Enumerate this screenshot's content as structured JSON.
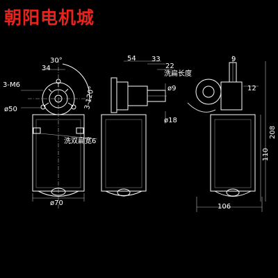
{
  "title": "朝阳电机城",
  "colors": {
    "title": "#e8231d",
    "background": "#000000",
    "lines": "#ffffff"
  },
  "labels": {
    "angle_30": "30°",
    "dim_34": "34",
    "screw_3_m6": "3-M6",
    "angle_3_120": "3-120°",
    "dia_50": "ø50",
    "flat_width_6": "洗双扁宽6",
    "dia_70": "ø70",
    "dim_54": "54",
    "dim_33": "33",
    "dim_22": "22",
    "flat_length": "洗扁长度",
    "dia_9": "ø9",
    "dia_18": "ø18",
    "dim_9": "9",
    "dim_12": "12",
    "dim_110": "110",
    "dim_208": "208",
    "dim_106": "106"
  }
}
